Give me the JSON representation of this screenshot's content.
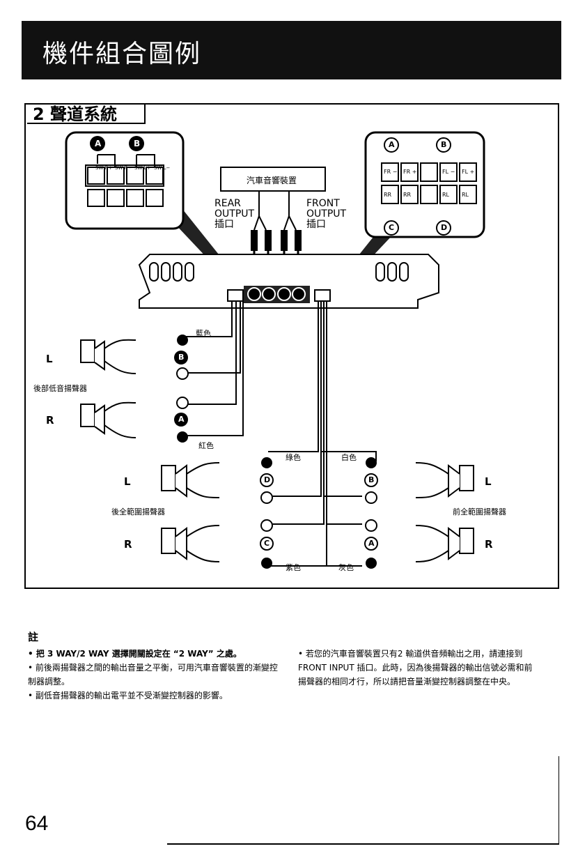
{
  "header": {
    "title": "機件組合圖例"
  },
  "section": {
    "title": "2 聲道系統"
  },
  "diagram": {
    "unit_label": "汽車音響裝置",
    "rear_output": "REAR\nOUTPUT\n插口",
    "front_output": "FRONT\nOUTPUT\n插口",
    "left_connector_pins": [
      "SW R+",
      "SW R−",
      "SW L+",
      "SW L−"
    ],
    "right_connector_pins_top": [
      "FR −",
      "FR +",
      "FL −",
      "FL +"
    ],
    "right_connector_pins_bottom": [
      "RR",
      "RR",
      "RL",
      "RL"
    ],
    "marker_a": "A",
    "marker_b": "B",
    "marker_c": "C",
    "marker_d": "D",
    "label_L": "L",
    "label_R": "R",
    "rear_sub_speaker": "後部低音揚聲器",
    "rear_full_speaker": "後全範圍揚聲器",
    "front_full_speaker": "前全範圍揚聲器",
    "color_blue": "藍色",
    "color_red": "紅色",
    "color_green": "綠色",
    "color_white": "白色",
    "color_purple": "紫色",
    "color_gray": "灰色"
  },
  "notes": {
    "title": "註",
    "items": [
      "• 把 3 WAY/2 WAY 選擇開關設定在 “2 WAY” 之處。",
      "• 前後兩揚聲器之間的輸出音量之平衡，可用汽車音響裝置的漸變控制器調整。",
      "• 副低音揚聲器的輸出電平並不受漸變控制器的影響。",
      "• 若您的汽車音響裝置只有2 輸道供音頻輸出之用，請連接到 FRONT INPUT 插口。此時，因為後揚聲器的輸出信號必需和前揚聲器的相同才行，所以請把音量漸變控制器調整在中央。"
    ]
  },
  "page": {
    "number": "64"
  }
}
